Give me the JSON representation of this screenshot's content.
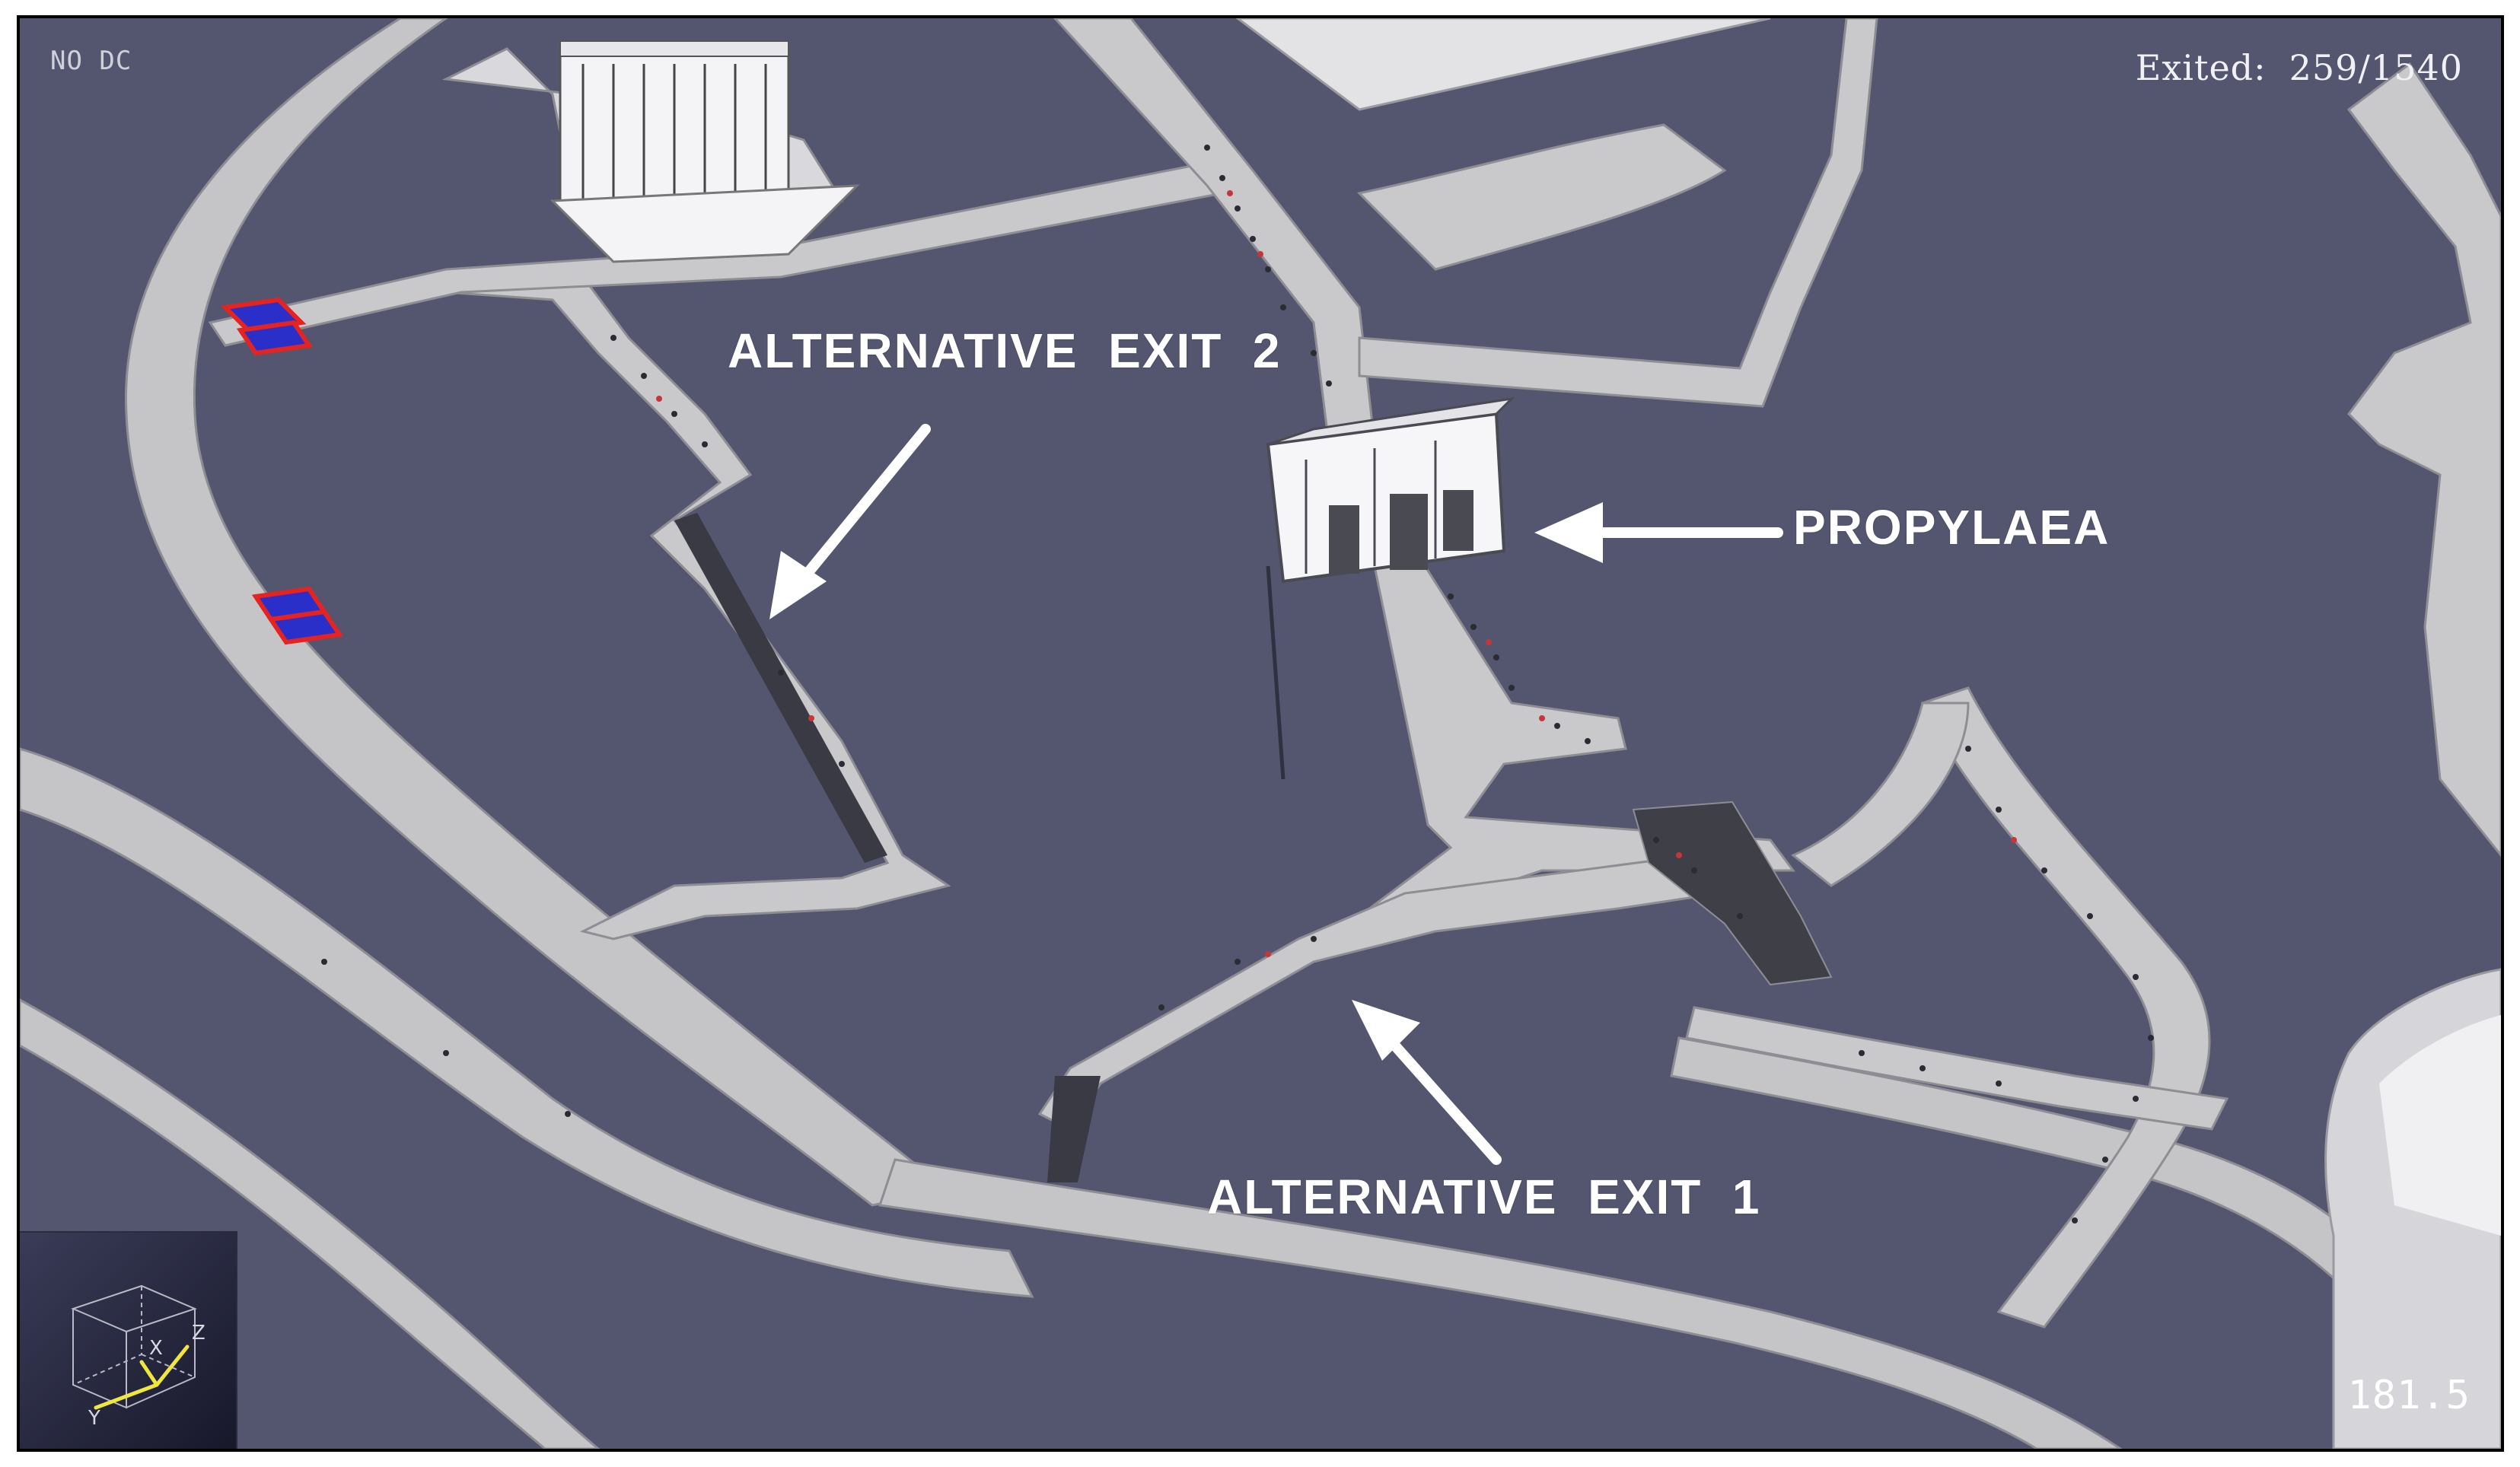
{
  "viewport": {
    "background_color": "#545670",
    "path_color": "#c9c9cc",
    "accent_color": "#e52320"
  },
  "hud": {
    "render_mode": "NO DC",
    "exited_label": "Exited:",
    "exited_count": "259/1540",
    "sim_time": "181.5"
  },
  "annotations": {
    "exit2_label": "ALTERNATIVE  EXIT  2",
    "propylaea_label": "PROPYLAEA",
    "exit1_label": "ALTERNATIVE  EXIT  1"
  },
  "axes_widget": {
    "x_label": "X",
    "y_label": "Y",
    "z_label": "Z",
    "axis_color": "#f0e640"
  }
}
